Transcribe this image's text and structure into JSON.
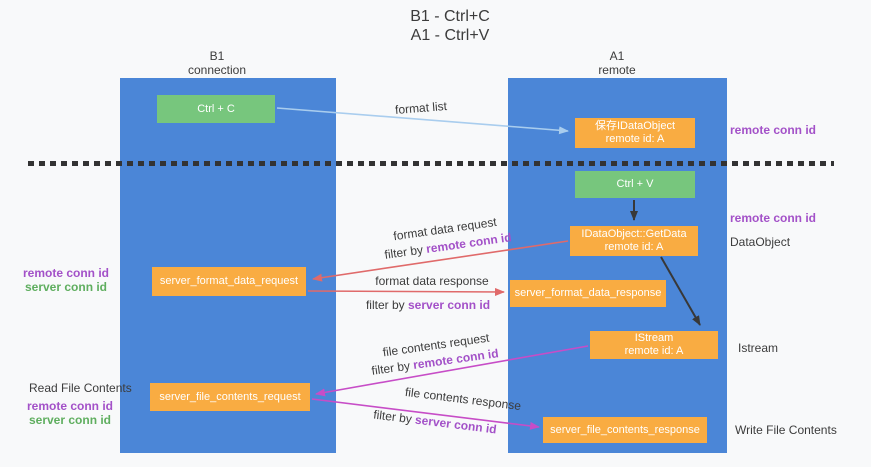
{
  "title": {
    "line1": "B1 - Ctrl+C",
    "line2": "A1 - Ctrl+V"
  },
  "lanes": {
    "left": {
      "name": "B1",
      "role": "connection"
    },
    "right": {
      "name": "A1",
      "role": "remote"
    }
  },
  "nodes": {
    "ctrl_c": {
      "label": "Ctrl + C"
    },
    "save_dataobject": {
      "line1": "保存IDataObject",
      "line2": "remote id: A"
    },
    "ctrl_v": {
      "label": "Ctrl + V"
    },
    "getdata": {
      "line1": "IDataObject::GetData",
      "line2": "remote id: A"
    },
    "server_format_data_request": {
      "label": "server_format_data_request"
    },
    "server_format_data_response": {
      "label": "server_format_data_response"
    },
    "istream": {
      "line1": "IStream",
      "line2": "remote id: A"
    },
    "server_file_contents_request": {
      "label": "server_file_contents_request"
    },
    "server_file_contents_response": {
      "label": "server_file_contents_response"
    }
  },
  "arrows": {
    "format_list": {
      "label": "format list"
    },
    "format_request": {
      "label": "format data request",
      "filter_prefix": "filter by",
      "filter_key": "remote conn id"
    },
    "format_response": {
      "label": "format data response",
      "filter_prefix": "filter by",
      "filter_key": "server conn id"
    },
    "file_request": {
      "label": "file contents request",
      "filter_prefix": "filter by",
      "filter_key": "remote conn id"
    },
    "file_response": {
      "label": "file contents response",
      "filter_prefix": "filter by",
      "filter_key": "server conn id"
    }
  },
  "side_labels": {
    "remote_conn_top_right": "remote conn id",
    "remote_conn_mid_right": "remote conn id",
    "dataobject": "DataObject",
    "istream": "Istream",
    "write_file_contents": "Write File Contents",
    "remote_conn_left_1": "remote conn id",
    "server_conn_left_1": "server conn id",
    "read_file_contents": "Read File Contents",
    "remote_conn_left_2": "remote conn id",
    "server_conn_left_2": "server conn id"
  },
  "colors": {
    "lane_blue": "#4b86d7",
    "node_green": "#77c67d",
    "node_orange": "#f9ac42",
    "arrow_red": "#e06a6a",
    "arrow_magenta": "#c74dc7",
    "arrow_lightblue": "#a9cdee",
    "arrow_black": "#383838",
    "label_purple": "#a351c8",
    "label_green": "#5fae5f"
  }
}
